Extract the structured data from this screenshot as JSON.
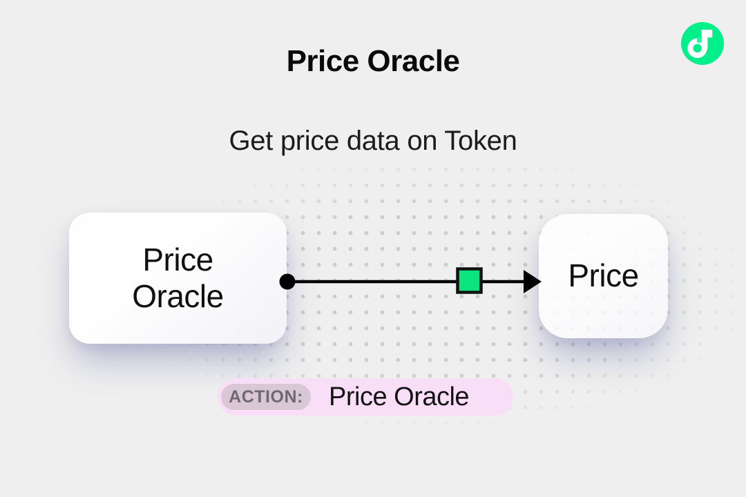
{
  "page": {
    "background_color": "#efefef",
    "dot_color": "#cccccc"
  },
  "header": {
    "title": "Price Oracle",
    "subtitle": "Get price data on Token"
  },
  "logo": {
    "name": "flow-logo",
    "circle_color": "#00ef8b",
    "glyph_color": "#ffffff",
    "notch_color": "#16ff99"
  },
  "diagram": {
    "nodes": [
      {
        "id": "source",
        "label": "Price Oracle"
      },
      {
        "id": "target",
        "label": "Price"
      }
    ],
    "connector": {
      "from": "source",
      "to": "target",
      "line_color": "#000000",
      "marker_color": "#0ce57e",
      "marker_border_color": "#111111"
    }
  },
  "action_badge": {
    "label": "ACTION:",
    "value": "Price Oracle",
    "bg_color": "#f9def7",
    "label_bg_color": "#d9c7d6",
    "label_text_color": "#6e6870"
  }
}
